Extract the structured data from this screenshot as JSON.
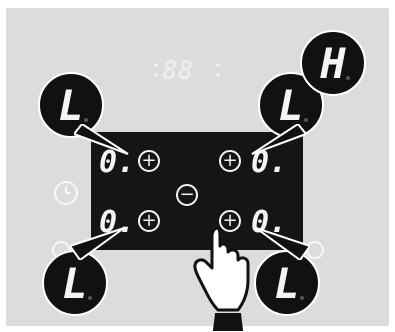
{
  "top_display": {
    "text": "88"
  },
  "zones": {
    "left_top": {
      "level": "0.",
      "key_symbol": "+"
    },
    "right_top": {
      "level": "0.",
      "key_symbol": "+"
    },
    "left_bottom": {
      "level": "0.",
      "key_symbol": "+"
    },
    "right_bottom": {
      "level": "0.",
      "key_symbol": "+"
    }
  },
  "minus_symbol": "−",
  "callouts": {
    "top_left": "L",
    "top_right_inner": "L",
    "top_right_outer": "H",
    "bottom_left": "L",
    "bottom_right": "L"
  },
  "icons": {
    "power": "power-icon",
    "timer": "clock-icon",
    "hand": "hand-pointer-icon"
  }
}
